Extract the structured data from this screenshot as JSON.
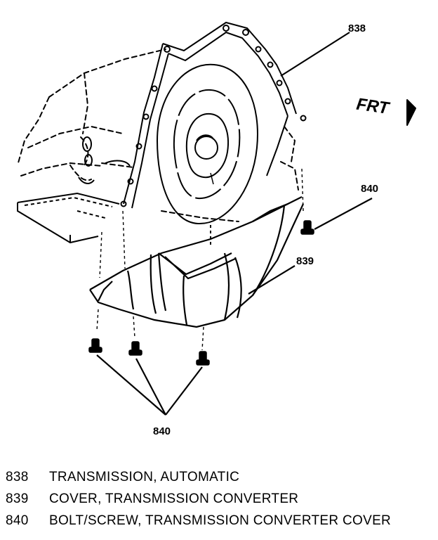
{
  "diagram": {
    "callouts": {
      "transmission": "838",
      "fastener_right": "840",
      "cover": "839",
      "fasteners_bottom": "840"
    },
    "direction_label": "FRT"
  },
  "legend": {
    "items": [
      {
        "number": "838",
        "description": "TRANSMISSION, AUTOMATIC"
      },
      {
        "number": "839",
        "description": "COVER, TRANSMISSION CONVERTER"
      },
      {
        "number": "840",
        "description": "BOLT/SCREW, TRANSMISSION CONVERTER COVER"
      }
    ]
  }
}
